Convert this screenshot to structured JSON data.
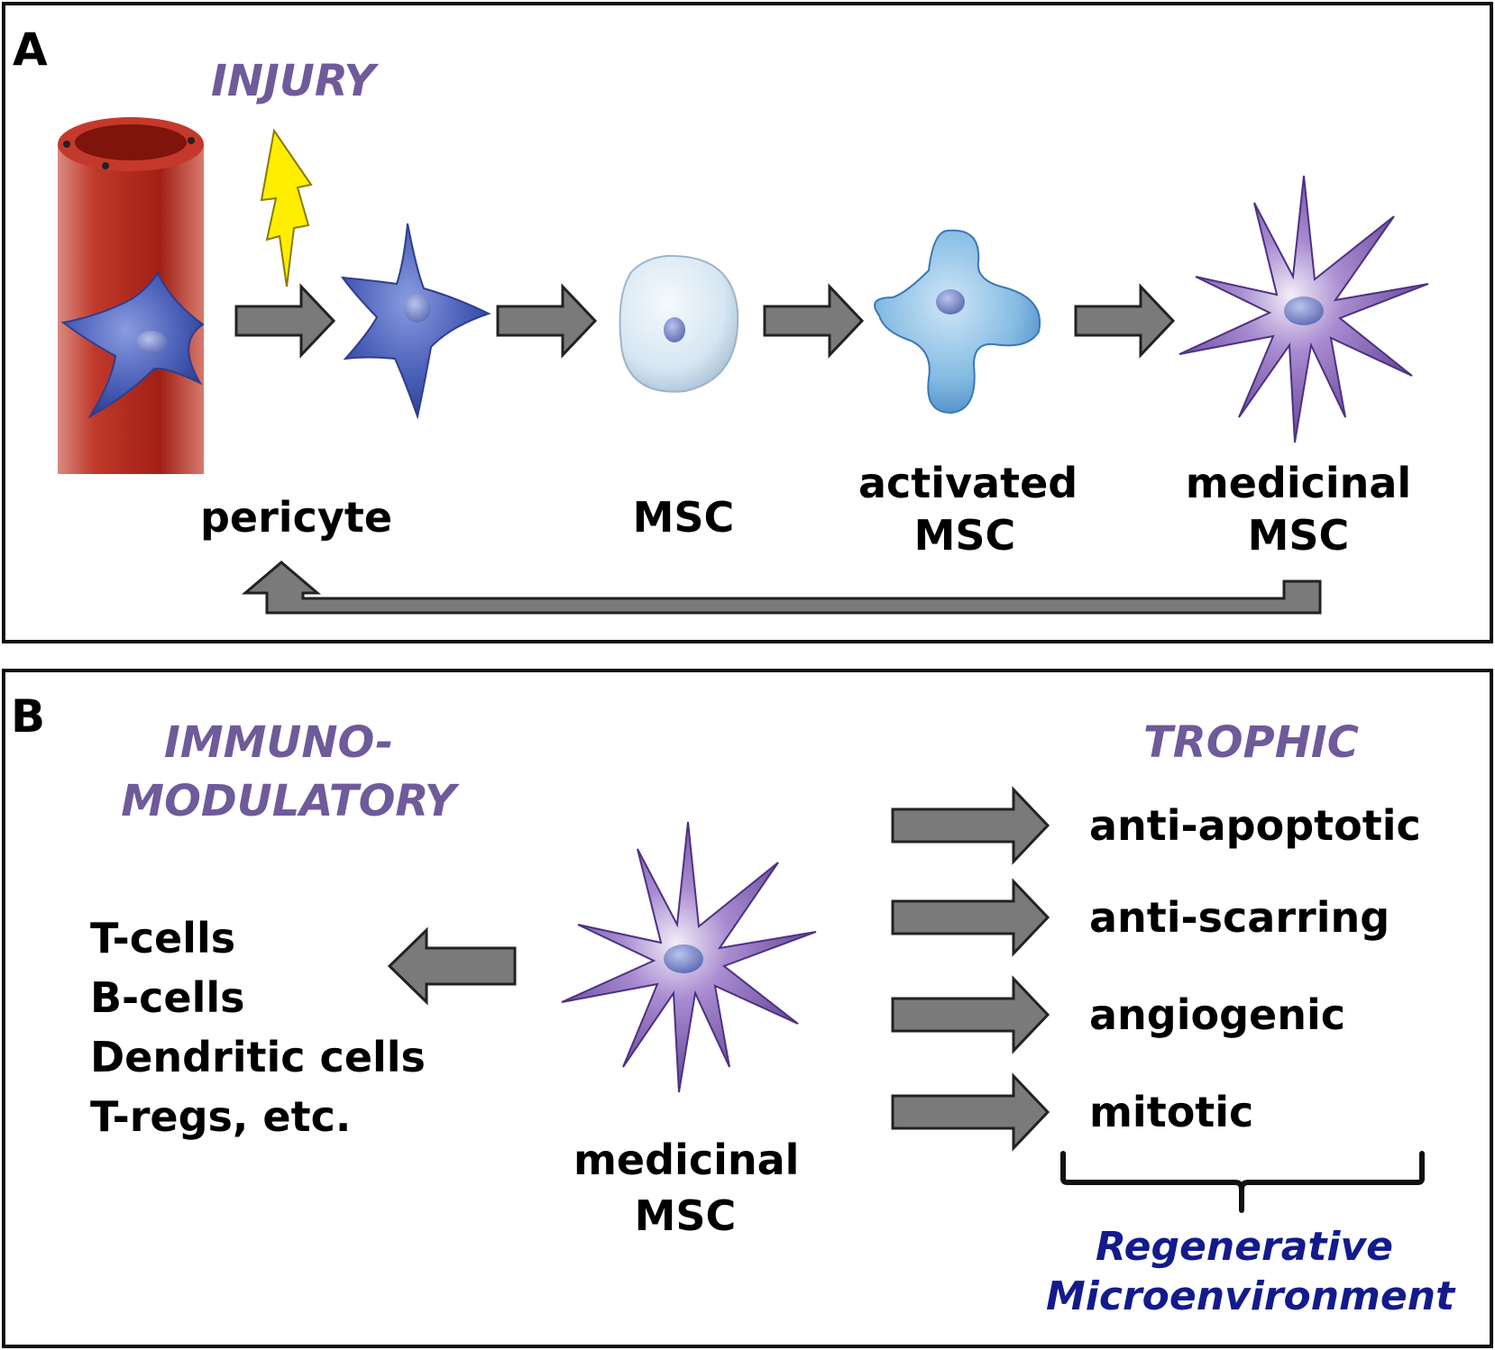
{
  "panel_a": {
    "label": "A",
    "injury": "INJURY",
    "labels": {
      "pericyte": "pericyte",
      "msc": "MSC",
      "activated_line1": "activated",
      "activated_line2": "MSC",
      "medicinal_line1": "medicinal",
      "medicinal_line2": "MSC"
    }
  },
  "panel_b": {
    "label": "B",
    "immuno_line1": "IMMUNO-",
    "immuno_line2": "MODULATORY",
    "trophic": "TROPHIC",
    "immune_cells": [
      "T-cells",
      "B-cells",
      "Dendritic cells",
      "T-regs, etc."
    ],
    "medicinal_line1": "medicinal",
    "medicinal_line2": "MSC",
    "trophic_effects": [
      "anti-apoptotic",
      "anti-scarring",
      "angiogenic",
      "mitotic"
    ],
    "regen_line1": "Regenerative",
    "regen_line2": "Microenvironment"
  },
  "colors": {
    "header_purple": "#6f5a9a",
    "regen_blue": "#131b8c",
    "arrow_gray": "#7a7a7a",
    "vessel_red": "#b8281c",
    "pericyte_blue": "#4a5fb8",
    "msc_pale": "#dbe8f3",
    "activated_blue": "#7fb6e0",
    "medicinal_purple": "#7a5aa8",
    "lightning_yellow": "#ffee00"
  }
}
